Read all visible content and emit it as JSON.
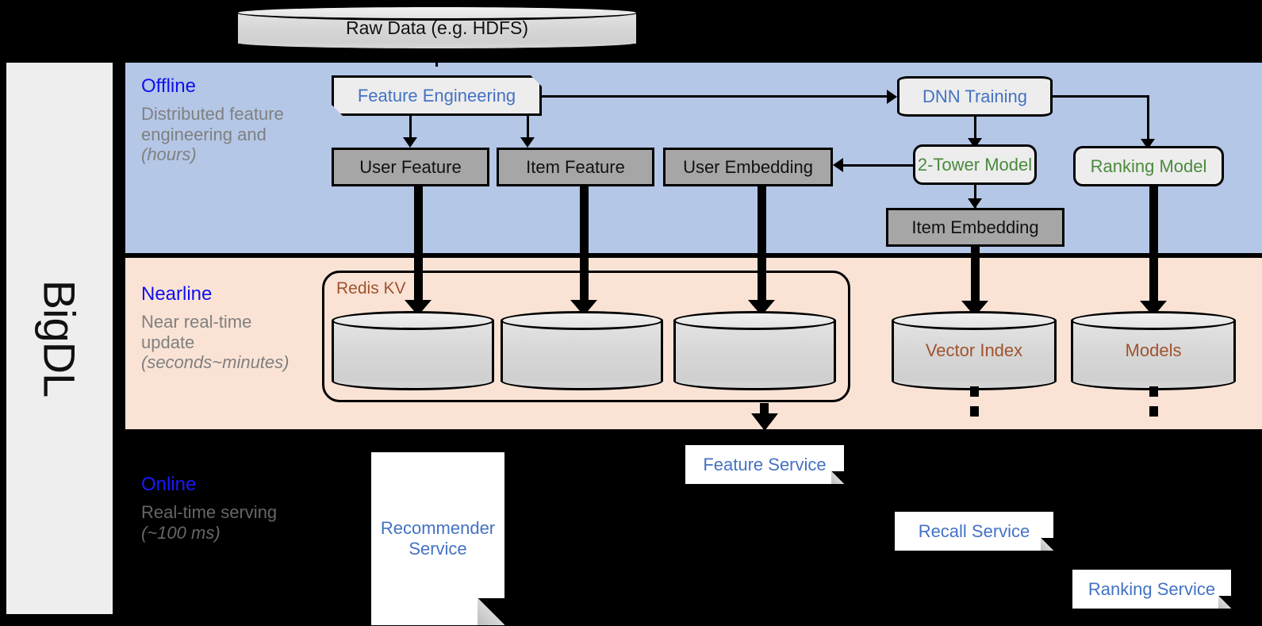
{
  "platform": {
    "name": "BigDL"
  },
  "bands": [
    {
      "id": "offline",
      "title": "Offline",
      "subtitle": "Distributed feature engineering and ",
      "subtitle_em": "(hours)",
      "color": "#b4c7e7"
    },
    {
      "id": "nearline",
      "title": "Nearline",
      "subtitle": "Near real-time update ",
      "subtitle_em": "(seconds~minutes)",
      "color": "#fae3d5"
    },
    {
      "id": "online",
      "title": "Online",
      "subtitle": "Real-time serving ",
      "subtitle_em": "(~100 ms)",
      "color": "#000000"
    }
  ],
  "source": {
    "raw_data": "Raw Data (e.g. HDFS)"
  },
  "offline": {
    "feature_engineering": "Feature Engineering",
    "dnn_training": "DNN Training",
    "user_feature": "User Feature",
    "item_feature": "Item Feature",
    "user_embedding": "User Embedding",
    "two_tower_model": "2-Tower Model",
    "ranking_model": "Ranking Model",
    "item_embedding": "Item Embedding"
  },
  "nearline": {
    "redis_kv": "Redis KV",
    "stores": [
      "",
      "",
      ""
    ],
    "vector_index": "Vector Index",
    "models": "Models"
  },
  "online": {
    "recommender_service": "Recommender Service",
    "feature_service": "Feature Service",
    "recall_service": "Recall Service",
    "ranking_service": "Ranking Service"
  },
  "colors": {
    "offline_band": "#b4c7e7",
    "nearline_band": "#fae3d5",
    "online_band": "#000000",
    "rail": "#eeeeee",
    "blue_text": "#1010ee",
    "link_blue": "#4472c4",
    "green_text": "#4a8a3c",
    "brown_text": "#a0522d",
    "gray_box": "#a6a6a6",
    "proc_box": "#ededed",
    "muted_text": "#808080"
  }
}
